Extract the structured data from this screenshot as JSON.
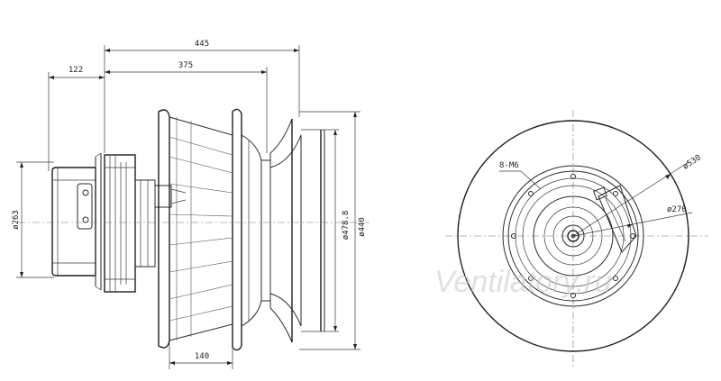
{
  "dimensions": {
    "overall_length": "445",
    "impeller_length": "375",
    "motor_length": "122",
    "motor_diameter": "ø263",
    "inlet_diameter_inner": "ø478.8",
    "inlet_diameter_outer": "ø440",
    "inlet_depth": "140",
    "mount_holes": "8-M6",
    "outer_diameter": "ø530",
    "bolt_circle_diameter": "ø270"
  },
  "watermark": "Ventilatory.ru"
}
